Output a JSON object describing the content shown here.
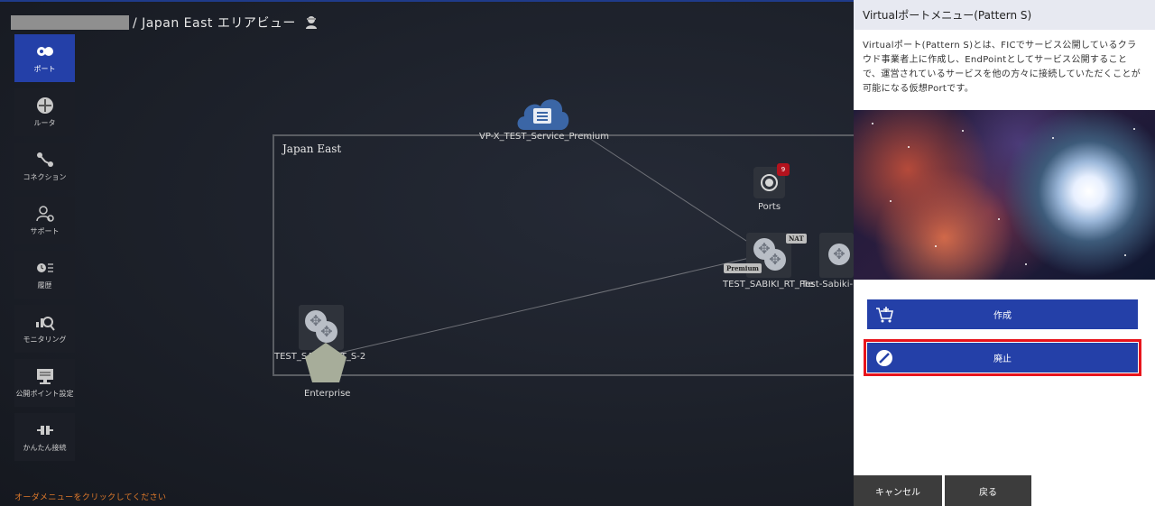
{
  "header": {
    "title": "/ Japan East エリアビュー",
    "user_icon": "user-support-icon"
  },
  "sidebar": {
    "items": [
      {
        "label": "ポート",
        "icon": "port-icon"
      },
      {
        "label": "ルータ",
        "icon": "router-icon"
      },
      {
        "label": "コネクション",
        "icon": "connection-icon"
      },
      {
        "label": "サポート",
        "icon": "support-icon"
      },
      {
        "label": "履歴",
        "icon": "history-icon"
      },
      {
        "label": "モニタリング",
        "icon": "monitoring-icon"
      },
      {
        "label": "公開ポイント設定",
        "icon": "public-point-icon"
      },
      {
        "label": "かんたん接続",
        "icon": "easy-connect-icon"
      }
    ],
    "hint": "オーダメニューをクリックしてください"
  },
  "canvas": {
    "area_label": "Japan East",
    "cloud_label": "VP-X_TEST_Service_Premium",
    "ports_label": "Ports",
    "ports_count": "9",
    "router_left_label": "TEST_SABIKI_RT_S-2",
    "router_right_label": "TEST_SABIKI_RT_Pre",
    "router_far_label": "Test-Sabiki-I",
    "nat_tag": "NAT",
    "premium_tag": "Premium",
    "enterprise_label": "Enterprise"
  },
  "panel": {
    "title": "Virtualポートメニュー(Pattern S)",
    "description": "Virtualポート(Pattern S)とは、FICでサービス公開しているクラウド事業者上に作成し、EndPointとしてサービス公開することで、運営されているサービスを他の方々に接続していただくことが可能になる仮想Portです。",
    "create_label": "作成",
    "abolish_label": "廃止",
    "cancel_label": "キャンセル",
    "back_label": "戻る"
  },
  "colors": {
    "accent": "#2440a8",
    "highlight": "#e8141c",
    "hint": "#e07a2b"
  }
}
